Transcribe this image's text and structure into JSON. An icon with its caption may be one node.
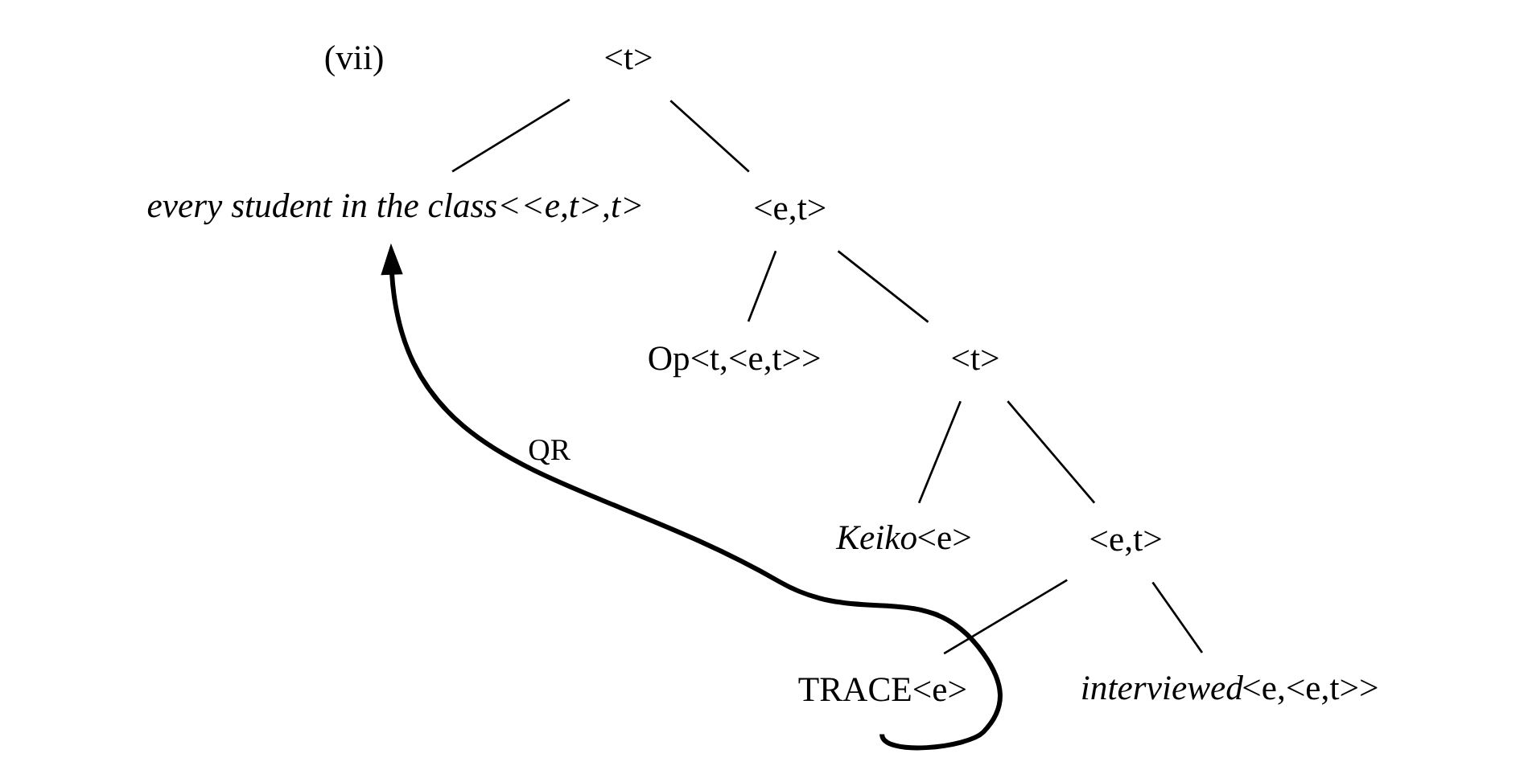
{
  "diagram": {
    "nodes": [
      {
        "text": [
          "<t>"
        ]
      },
      {
        "text": [
          "every student in the class<<e,t>,t>"
        ]
      },
      {
        "text": [
          "<e,t>"
        ]
      },
      {
        "text": [
          "Op<t,<e,t>>"
        ]
      },
      {
        "text": [
          "<t>"
        ]
      },
      {
        "text": [
          "*Keiko*<e>"
        ]
      },
      {
        "text": [
          "<e,t>"
        ]
      },
      {
        "text": [
          "*interviewed*<e,<e,t>>"
        ]
      },
      {
        "text": [
          "TRACE<e>"
        ]
      }
    ],
    "edges": [
      {
        "from": 0,
        "to": 1,
        "arrow": "none"
      },
      {
        "from": 0,
        "to": 2,
        "arrow": "none"
      },
      {
        "from": 2,
        "to": 3,
        "arrow": "none"
      },
      {
        "from": 2,
        "to": 4,
        "arrow": "none"
      },
      {
        "from": 4,
        "to": 5,
        "arrow": "none"
      },
      {
        "from": 4,
        "to": 6,
        "arrow": "none"
      },
      {
        "from": 6,
        "to": 7,
        "arrow": "none"
      },
      {
        "from": 6,
        "to": 8,
        "arrow": "none"
      },
      {
        "from": 8,
        "to": 1,
        "arrow": "to",
        "label": "QR",
        "style": "thick"
      }
    ],
    "labels": [
      "(vii)"
    ]
  }
}
